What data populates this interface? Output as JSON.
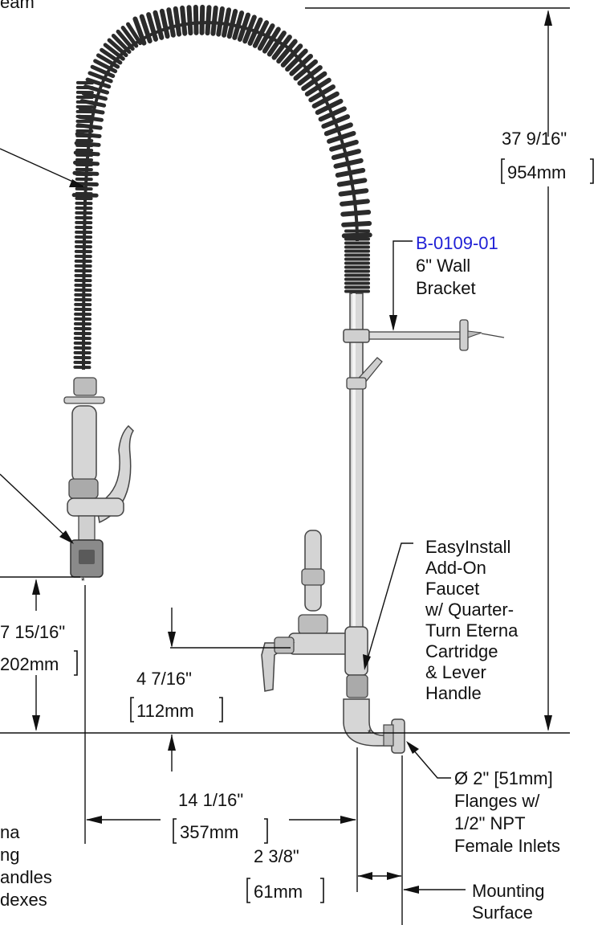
{
  "colors": {
    "line": "#111111",
    "link": "#1f1fd6",
    "metal_dark": "#7e7e7e",
    "metal_light": "#e2e2e2",
    "hose": "#2b2b2b"
  },
  "labels": {
    "top_clip": "eam",
    "left_bottom_1": "na",
    "left_bottom_2": "ng",
    "left_bottom_3": "andles",
    "left_bottom_4": "dexes",
    "bracket_part_number": "B-0109-01",
    "bracket_line1": "6\" Wall",
    "bracket_line2": "Bracket",
    "faucet_lines": [
      "EasyInstall",
      "Add-On",
      "Faucet",
      "w/ Quarter-",
      "Turn Eterna",
      "Cartridge",
      "& Lever",
      "Handle"
    ],
    "flange_lines": [
      "Ø 2\" [51mm]",
      "Flanges w/",
      "1/2\" NPT",
      "Female Inlets"
    ],
    "mounting_lines": [
      "Mounting",
      "Surface"
    ]
  },
  "dimensions": {
    "total_height_in": "37 9/16\"",
    "total_height_mm": "954mm",
    "spray_height_in": "7 15/16\"",
    "spray_height_mm": "202mm",
    "faucet_height_in": "4 7/16\"",
    "faucet_height_mm": "112mm",
    "reach_in": "14 1/16\"",
    "reach_mm": "357mm",
    "offset_in": "2 3/8\"",
    "offset_mm": "61mm"
  }
}
